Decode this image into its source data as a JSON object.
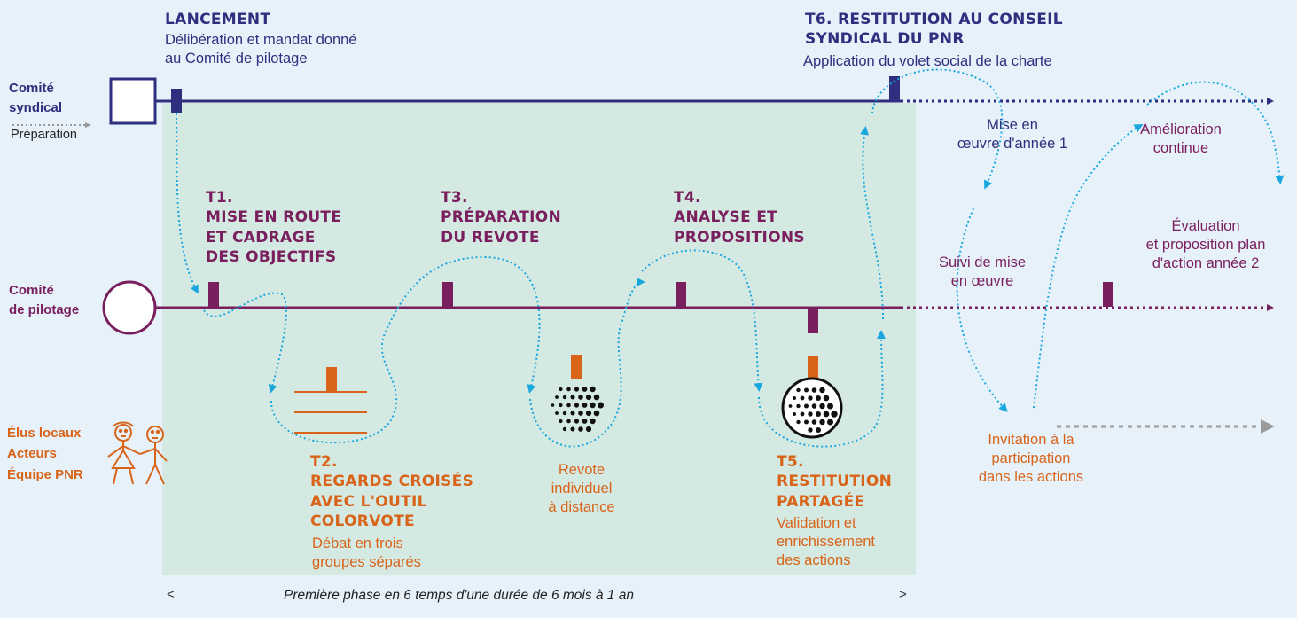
{
  "lanes": {
    "syndical": "Comité\nsyndical",
    "preparation": "Préparation",
    "pilotage": "Comité\nde pilotage",
    "acteurs": "Élus locaux\nActeurs\nÉquipe PNR"
  },
  "steps": {
    "lancement_title": "LANCEMENT",
    "lancement_body": "Délibération et mandat donné\nau Comité de pilotage",
    "t1_title": "T1.\nMISE EN ROUTE\nET CADRAGE\nDES OBJECTIFS",
    "t2_title": "T2.\nREGARDS CROISÉS\nAVEC L'OUTIL\nCOLORVOTE",
    "t2_body": "Débat en trois\ngroupes séparés",
    "t3_title": "T3.\nPRÉPARATION\nDU REVOTE",
    "revote_body": "Revote\nindividuel\nà distance",
    "t4_title": "T4.\nANALYSE ET\nPROPOSITIONS",
    "t5_title": "T5.\nRESTITUTION\nPARTAGÉE",
    "t5_body": "Validation et\nenrichissement\ndes actions",
    "t6_title": "T6. RESTITUTION AU CONSEIL\nSYNDICAL DU PNR",
    "t6_body": "Application du volet social de la charte"
  },
  "after": {
    "mise_en_oeuvre": "Mise en\nœuvre d'année 1",
    "amelioration": "Amélioration\ncontinue",
    "evaluation": "Évaluation\net proposition plan\nd'action année 2",
    "suivi": "Suivi de mise\nen œuvre",
    "invitation": "Invitation à la\nparticipation\ndans les actions"
  },
  "footer": {
    "left": "<",
    "caption": "Première phase en 6 temps d'une durée de 6 mois à 1 an",
    "right": ">"
  },
  "colors": {
    "navy": "#2e2f7e",
    "plum": "#7a1f5e",
    "orange": "#d8641a",
    "cyan": "#1aa7de",
    "grey": "#9a9a9a",
    "panel": "#d4e9e2",
    "background": "#e6f1fa"
  }
}
